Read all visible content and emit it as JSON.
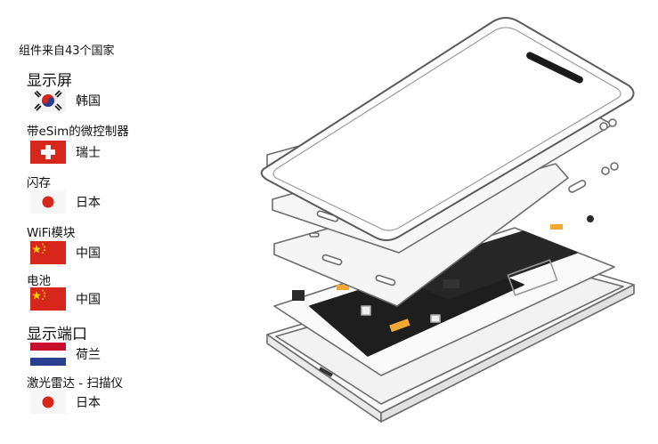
{
  "heading": "组件来自43个国家",
  "components": [
    {
      "category": "显示屏",
      "country": "韩国",
      "flag": "korea-flag-icon"
    },
    {
      "category": "带eSim的微控制器",
      "country": "瑞士",
      "flag": "switzerland-flag-icon"
    },
    {
      "category": "闪存",
      "country": "日本",
      "flag": "japan-flag-icon"
    },
    {
      "category": "WiFi模块",
      "country": "中国",
      "flag": "china-flag-icon"
    },
    {
      "category": "电池",
      "country": "中国",
      "flag": "china-flag-icon"
    },
    {
      "category": "显示端口",
      "country": "荷兰",
      "flag": "netherlands-flag-icon"
    },
    {
      "category": "激光雷达 - 扫描仪",
      "country": "日本",
      "flag": "japan-flag-icon"
    }
  ],
  "colors": {
    "red": "#d7261b",
    "blue": "#2a3f8f",
    "gold": "#ffd200",
    "pcb": "#1e1e1e",
    "flex_cable": "#f2a833",
    "outline": "#6c6c6c"
  }
}
